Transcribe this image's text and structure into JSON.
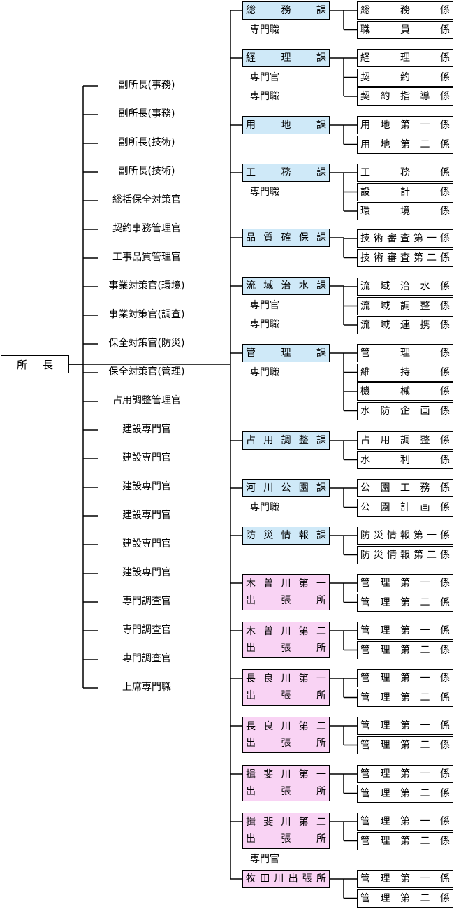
{
  "head": {
    "title": "所長"
  },
  "staff": [
    "副所長(事務)",
    "副所長(事務)",
    "副所長(技術)",
    "副所長(技術)",
    "総括保全対策官",
    "契約事務管理官",
    "工事品質管理官",
    "事業対策官(環境)",
    "事業対策官(調査)",
    "保全対策官(防災)",
    "保全対策官(管理)",
    "占用調整管理官",
    "建設専門官",
    "建設専門官",
    "建設専門官",
    "建設専門官",
    "建設専門官",
    "建設専門官",
    "専門調査官",
    "専門調査官",
    "専門調査官",
    "上席専門職"
  ],
  "colors": {
    "section": "#cfe9f8",
    "office": "#f9d3f4",
    "line": "#000000"
  },
  "departments": [
    {
      "name": "総務課",
      "kind": "section",
      "subs": [
        "専門職"
      ],
      "children": [
        "総務係",
        "職員係"
      ]
    },
    {
      "name": "経理課",
      "kind": "section",
      "subs": [
        "専門官",
        "専門職"
      ],
      "children": [
        "経理係",
        "契約係",
        "契約指導係"
      ]
    },
    {
      "name": "用地課",
      "kind": "section",
      "subs": [],
      "children": [
        "用地第一係",
        "用地第二係"
      ]
    },
    {
      "name": "工務課",
      "kind": "section",
      "subs": [
        "専門職"
      ],
      "children": [
        "工務係",
        "設計係",
        "環境係"
      ]
    },
    {
      "name": "品質確保課",
      "kind": "section",
      "subs": [],
      "children": [
        "技術審査第一係",
        "技術審査第二係"
      ]
    },
    {
      "name": "流域治水課",
      "kind": "section",
      "subs": [
        "専門官",
        "専門職"
      ],
      "children": [
        "流域治水係",
        "流域調整係",
        "流域連携係"
      ]
    },
    {
      "name": "管理課",
      "kind": "section",
      "subs": [
        "専門職"
      ],
      "children": [
        "管理係",
        "維持係",
        "機械係",
        "水防企画係"
      ]
    },
    {
      "name": "占用調整課",
      "kind": "section",
      "subs": [],
      "children": [
        "占用調整係",
        "水利係"
      ]
    },
    {
      "name": "河川公園課",
      "kind": "section",
      "subs": [
        "専門職"
      ],
      "children": [
        "公園工務係",
        "公園計画係"
      ]
    },
    {
      "name": "防災情報課",
      "kind": "section",
      "subs": [],
      "children": [
        "防災情報第一係",
        "防災情報第二係"
      ]
    },
    {
      "name": "木曽川第一",
      "name2": "出張所",
      "kind": "office",
      "subs": [],
      "children": [
        "管理第一係",
        "管理第二係"
      ]
    },
    {
      "name": "木曽川第二",
      "name2": "出張所",
      "kind": "office",
      "subs": [],
      "children": [
        "管理第一係",
        "管理第二係"
      ]
    },
    {
      "name": "長良川第一",
      "name2": "出張所",
      "kind": "office",
      "subs": [],
      "children": [
        "管理第一係",
        "管理第二係"
      ]
    },
    {
      "name": "長良川第二",
      "name2": "出張所",
      "kind": "office",
      "subs": [],
      "children": [
        "管理第一係",
        "管理第二係"
      ]
    },
    {
      "name": "揖斐川第一",
      "name2": "出張所",
      "kind": "office",
      "subs": [],
      "children": [
        "管理第一係",
        "管理第二係"
      ]
    },
    {
      "name": "揖斐川第二",
      "name2": "出張所",
      "kind": "office",
      "subs": [
        "専門官"
      ],
      "children": [
        "管理第一係",
        "管理第二係"
      ]
    },
    {
      "name": "牧田川出張所",
      "kind": "office",
      "subs": [],
      "children": [
        "管理第一係",
        "管理第二係"
      ]
    }
  ]
}
